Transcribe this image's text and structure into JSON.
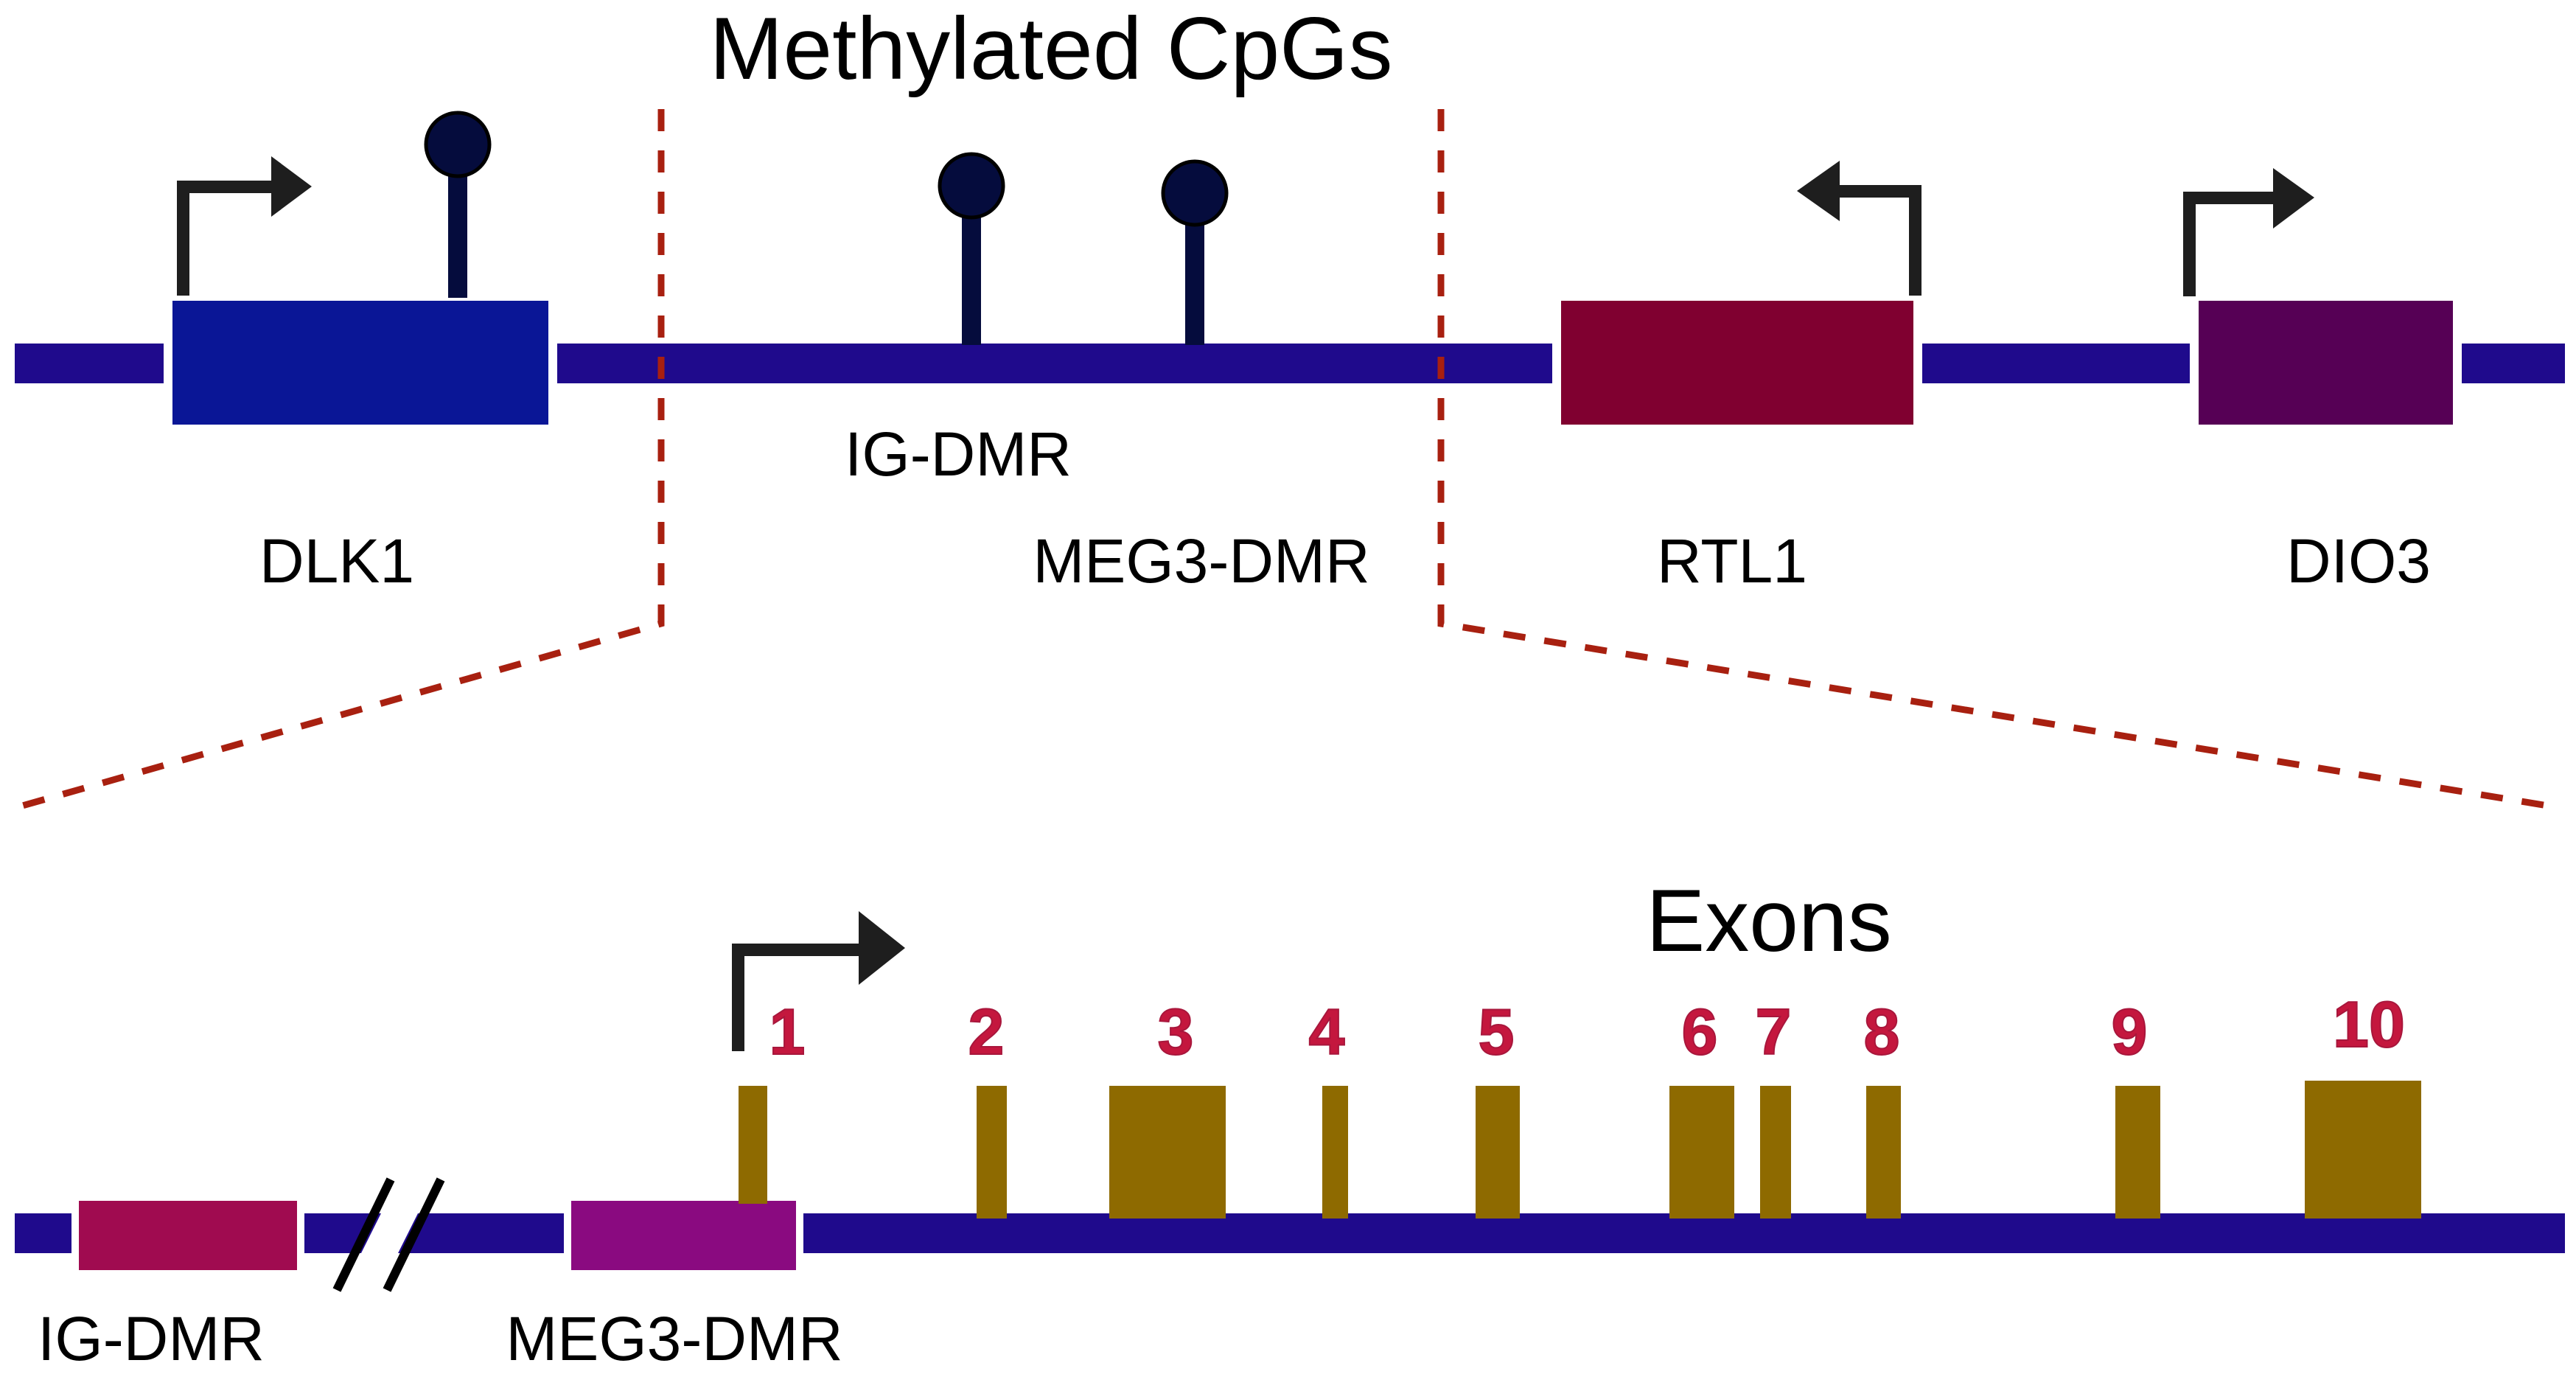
{
  "labels": {
    "methylated": "Methylated CpGs",
    "exons": "Exons",
    "dlk1": "DLK1",
    "ig_dmr_top": "IG-DMR",
    "meg3_dmr_top": "MEG3-DMR",
    "rtl1": "RTL1",
    "dio3": "DIO3",
    "ig_dmr_bottom": "IG-DMR",
    "meg3_dmr_bottom": "MEG3-DMR"
  },
  "exon_numbers": [
    "1",
    "2",
    "3",
    "4",
    "5",
    "6",
    "7",
    "8",
    "9",
    "10"
  ],
  "colors": {
    "chromosome_line": "#1f0a8c",
    "dlk1_box": "#0a1696",
    "rtl1_box": "#800030",
    "dio3_box": "#560055",
    "cpg_lollipop": "#050c3d",
    "arrow": "#1e1e1e",
    "zoom_dash": "#a82010",
    "ig_dmr_box": "#a00b50",
    "meg3_dmr_box": "#8a0a80",
    "exon_box": "#8e6a00",
    "exon_number": "#c4173e"
  }
}
